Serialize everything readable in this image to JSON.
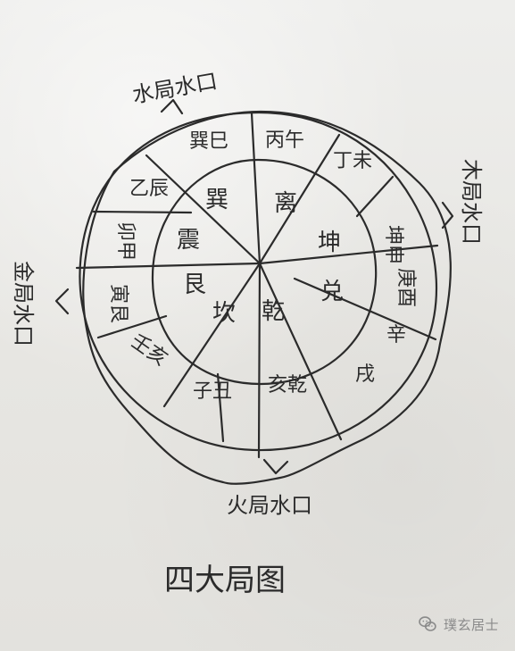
{
  "title": "四大局图",
  "watermark": {
    "text": "璞玄居士",
    "icon": "wechat-icon"
  },
  "water_mouths": {
    "north": "水局水口",
    "east": "木局水口",
    "west": "金局水口",
    "south": "火局水口"
  },
  "outer_ring": [
    "巽巳",
    "丙午",
    "丁未",
    "坤申",
    "庚酉",
    "辛",
    "戌",
    "亥乾",
    "子丑",
    "壬亥",
    "寅艮",
    "卯甲",
    "乙辰"
  ],
  "inner_ring": [
    "巽",
    "离",
    "坤",
    "兑",
    "乾",
    "坎",
    "艮",
    "震"
  ],
  "colors": {
    "ink": "#2b2b2b",
    "paper": "#e9e8e5"
  }
}
